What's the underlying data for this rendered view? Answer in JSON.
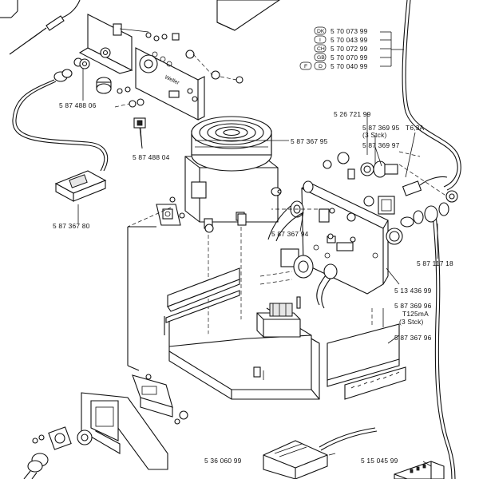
{
  "labels": {
    "p587488_06": "5 87 488 06",
    "p587488_04": "5 87 488 04",
    "p587367_80": "5 87 367 80",
    "p587367_95": "5 87 367 95",
    "p526721_99": "5 26 721 99",
    "p587369_95": "5 87 369 95",
    "qty3_a": "(3 Stck)",
    "fuse_t63": "T6,3A",
    "p587369_97": "5 87 369 97",
    "p587367_94": "5 87 367 94",
    "p587117_18": "5 87 117 18",
    "p513436_99": "5 13 436 99",
    "p587369_96": "5 87 369 96",
    "fuse_t125": "T125mA",
    "qty3_b": "(3 Stck)",
    "p587367_96": "5 87 367 96",
    "p536060_99": "5 36 060 99",
    "p515045_99": "5 15 045 99"
  },
  "country_table": [
    {
      "codes": [
        "DK"
      ],
      "part": "5 70 073 99"
    },
    {
      "codes": [
        "I"
      ],
      "part": "5 70 043 99"
    },
    {
      "codes": [
        "CH"
      ],
      "part": "5 70 072 99"
    },
    {
      "codes": [
        "GB"
      ],
      "part": "5 70 070 99"
    },
    {
      "codes": [
        "F",
        "D"
      ],
      "part": "5 70 040 99"
    }
  ]
}
